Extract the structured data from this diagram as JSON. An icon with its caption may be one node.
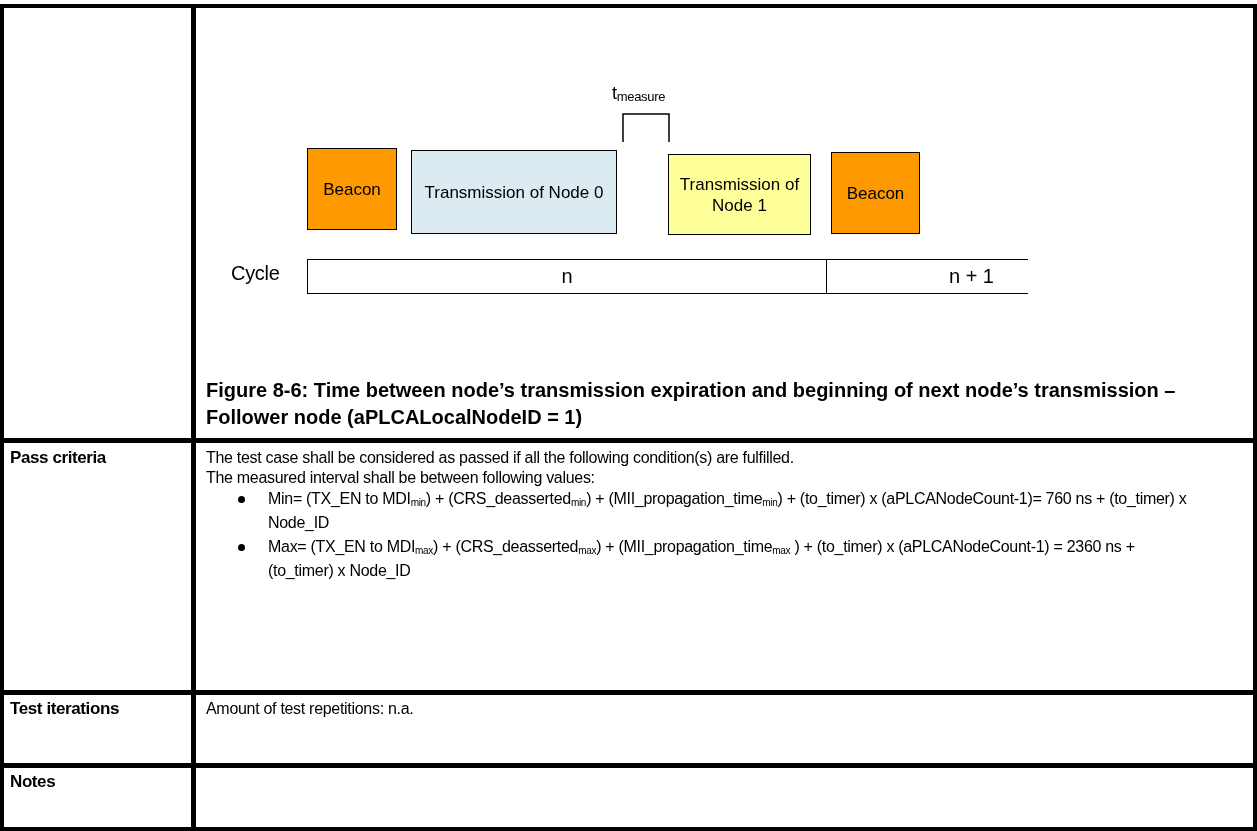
{
  "diagram": {
    "caption": "Figure 8-6: Time between node’s transmission expiration and beginning of next node’s transmission – Follower node (aPLCALocalNodeID = 1)",
    "nodes": [
      {
        "text": [
          "Beacon"
        ]
      },
      {
        "text": [
          "Transmission of Node 0"
        ]
      },
      {
        "text": [
          "Transmission of Node 1"
        ]
      },
      {
        "text": [
          "Beacon"
        ]
      },
      {
        "text": [
          "n"
        ]
      },
      {
        "text": [
          "n + 1"
        ]
      }
    ],
    "labels": [
      "t$_{measure}$",
      "Cycle",
      "Pass criteria",
      "The test case shall be considered as passed if all the following condition(s) are fulfilled.",
      "The measured interval shall be between following values:",
      "Min= (TX_EN to MDI$_{min}$) + (CRS_deasserted$_{min}$) + (MII_propagation_time$_{min}$) + (to_timer) x (aPLCANodeCount-1)= 760 ns + (to_timer) x Node_ID",
      "Max= (TX_EN to MDI$_{max}$) + (CRS_deasserted$_{max}$) + (MII_propagation_time$_{max}$ ) + (to_timer) x (aPLCANodeCount-1) = 2360 ns + (to_timer) x Node_ID",
      "Test iterations",
      "Amount of test repetitions: n.a.",
      "Notes"
    ]
  }
}
